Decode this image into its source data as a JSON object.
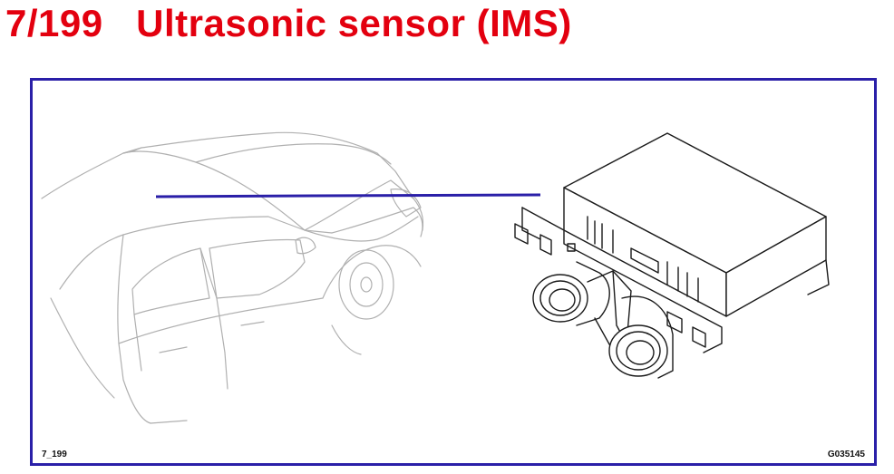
{
  "header": {
    "code": "7/199",
    "title": "Ultrasonic sensor (IMS)"
  },
  "figure": {
    "ref_left": "7_199",
    "ref_right": "G035145"
  },
  "colors": {
    "title": "#e3000f",
    "frame": "#2a1fa8",
    "leader": "#2a1fa8",
    "car_lines": "#b0b0b0",
    "part_lines": "#1a1a1a"
  }
}
